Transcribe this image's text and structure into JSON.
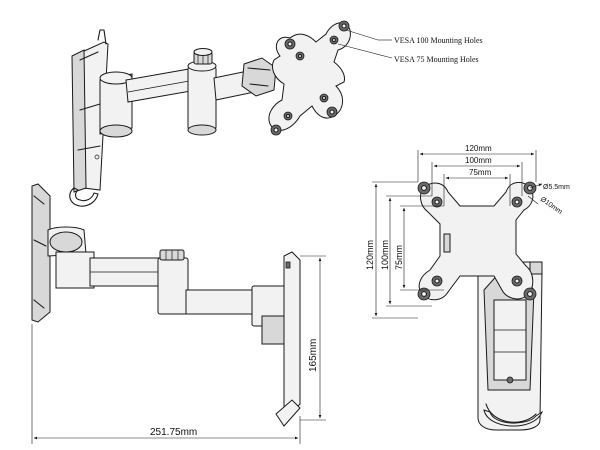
{
  "callouts": {
    "vesa100": "VESA 100 Mounting Holes",
    "vesa75": "VESA 75 Mounting Holes"
  },
  "dimensions": {
    "overall_length": "251.75mm",
    "side_height": "165mm",
    "width_120": "120mm",
    "width_100": "100mm",
    "width_75": "75mm",
    "height_120": "120mm",
    "height_100": "100mm",
    "height_75": "75mm",
    "hole_small": "Ø5.5mm",
    "hole_large": "Ø10mm"
  }
}
